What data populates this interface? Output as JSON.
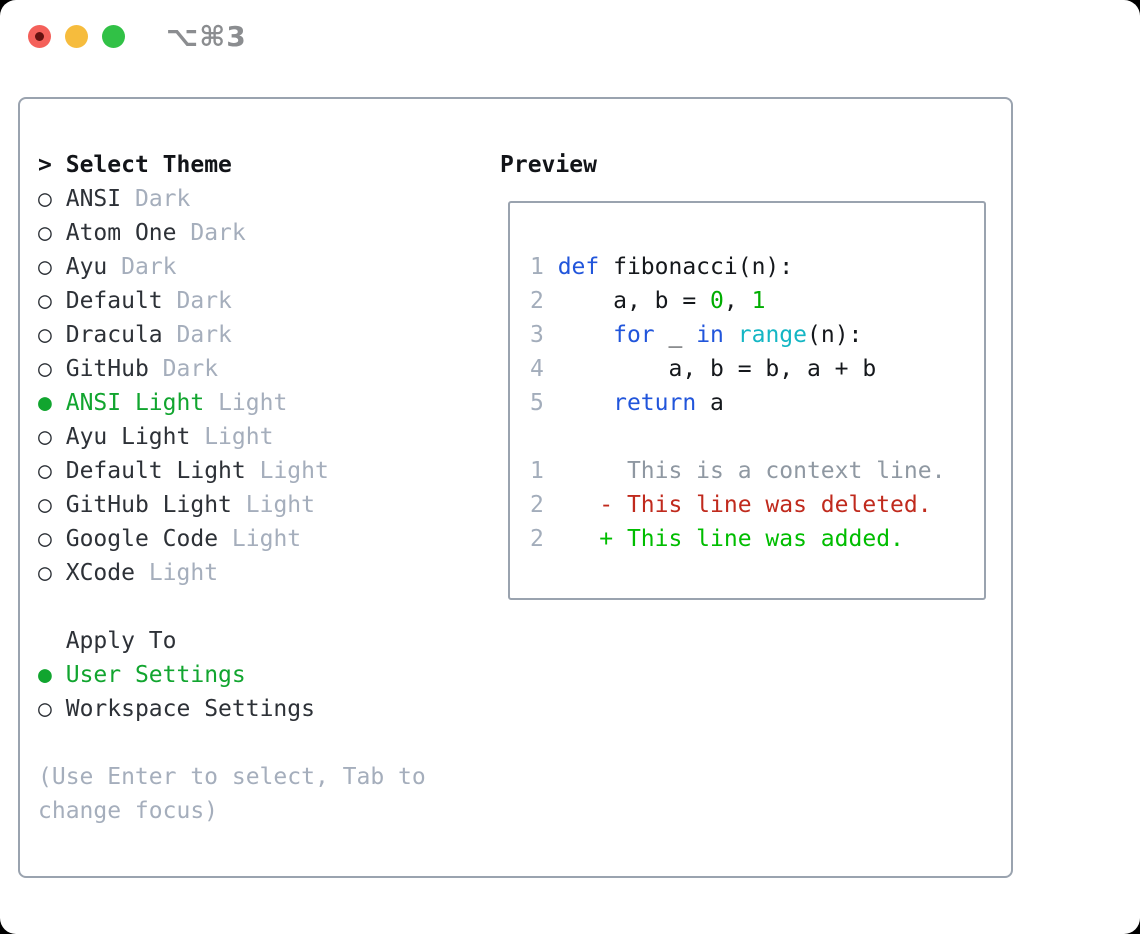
{
  "titlebar": {
    "shortcut": "⌥⌘3"
  },
  "theme_panel": {
    "focus_marker": ">",
    "title": "Select Theme",
    "marker_selected": "●",
    "marker_unselected": "○",
    "items": [
      {
        "name": "ANSI",
        "variant": "Dark",
        "selected": false
      },
      {
        "name": "Atom One",
        "variant": "Dark",
        "selected": false
      },
      {
        "name": "Ayu",
        "variant": "Dark",
        "selected": false
      },
      {
        "name": "Default",
        "variant": "Dark",
        "selected": false
      },
      {
        "name": "Dracula",
        "variant": "Dark",
        "selected": false
      },
      {
        "name": "GitHub",
        "variant": "Dark",
        "selected": false
      },
      {
        "name": "ANSI Light",
        "variant": "Light",
        "selected": true
      },
      {
        "name": "Ayu Light",
        "variant": "Light",
        "selected": false
      },
      {
        "name": "Default Light",
        "variant": "Light",
        "selected": false
      },
      {
        "name": "GitHub Light",
        "variant": "Light",
        "selected": false
      },
      {
        "name": "Google Code",
        "variant": "Light",
        "selected": false
      },
      {
        "name": "XCode",
        "variant": "Light",
        "selected": false
      }
    ],
    "apply_title": "Apply To",
    "apply_options": [
      {
        "label": "User Settings",
        "selected": true
      },
      {
        "label": "Workspace Settings",
        "selected": false
      }
    ],
    "help": "(Use Enter to select, Tab to change focus)"
  },
  "preview": {
    "title": "Preview",
    "lines": [
      [
        [
          "1 ",
          "ln"
        ],
        [
          "def",
          "kw"
        ],
        [
          " fibonacci(n):",
          "pl"
        ]
      ],
      [
        [
          "2 ",
          "ln"
        ],
        [
          "    a, b = ",
          "pl"
        ],
        [
          "0",
          "num"
        ],
        [
          ", ",
          "pl"
        ],
        [
          "1",
          "num"
        ]
      ],
      [
        [
          "3 ",
          "ln"
        ],
        [
          "    ",
          "pl"
        ],
        [
          "for",
          "kw"
        ],
        [
          " _ ",
          "pl"
        ],
        [
          "in",
          "kw"
        ],
        [
          " ",
          "pl"
        ],
        [
          "range",
          "bi"
        ],
        [
          "(n):",
          "pl"
        ]
      ],
      [
        [
          "4 ",
          "ln"
        ],
        [
          "        a, b = b, a + b",
          "pl"
        ]
      ],
      [
        [
          "5 ",
          "ln"
        ],
        [
          "    ",
          "pl"
        ],
        [
          "return",
          "kw"
        ],
        [
          " a",
          "pl"
        ]
      ],
      [],
      [
        [
          "1",
          "ln"
        ],
        [
          "      This is a context line.",
          "ctx"
        ]
      ],
      [
        [
          "2",
          "ln"
        ],
        [
          "    ",
          "pl"
        ],
        [
          "- This line was deleted.",
          "del"
        ]
      ],
      [
        [
          "2",
          "ln"
        ],
        [
          "    ",
          "pl"
        ],
        [
          "+ This line was added.",
          "add"
        ]
      ]
    ]
  },
  "colors": {
    "accent_green": "#11a52f",
    "diff_add": "#00bd00",
    "diff_del": "#c02a1d",
    "number_green": "#00ad00",
    "keyword_blue": "#2155db",
    "builtin_cyan": "#14b6c4",
    "gray": "#a5aebc",
    "context_gray": "#8f98a2",
    "lineno": "#a3adbb",
    "text_dark": "#2d3137",
    "heading": "#121418",
    "code_text": "#15181c",
    "border": "#9aa3af",
    "traffic_red": "#f4605a",
    "traffic_red_dot": "#641210",
    "traffic_yellow": "#f6bc3d",
    "traffic_green": "#31c146",
    "shortcut_gray": "#8b8d90"
  }
}
